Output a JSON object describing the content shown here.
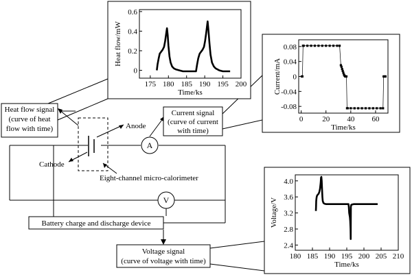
{
  "labels": {
    "heat_flow_signal": [
      "Heat flow signal",
      "(curve of heat",
      "flow with time)"
    ],
    "current_signal": [
      "Current signal",
      "(curve of current",
      "with time)"
    ],
    "voltage_signal": [
      "Voltage signal",
      "(curve of voltage with time)"
    ],
    "battery_device": "Battery charge and discharge device",
    "anode": "Anode",
    "cathode": "Cathode",
    "calorimeter": "Eight-channel micro-calorimeter",
    "ammeter": "A",
    "voltmeter": "V"
  },
  "chart_data": [
    {
      "id": "heat",
      "type": "line",
      "xlabel": "Time/ks",
      "ylabel": "Heat flow/mW",
      "xlim": [
        172,
        200
      ],
      "ylim": [
        -0.08,
        0.62
      ],
      "xticks": [
        175,
        180,
        185,
        190,
        195,
        200
      ],
      "yticks": [
        0,
        0.2,
        0.4,
        0.6
      ],
      "ytick_labels": [
        "0",
        "0.2",
        "0.4",
        "0.6"
      ],
      "series": [
        {
          "x": [
            176.8,
            177.0,
            177.3,
            177.6,
            178.0,
            178.4,
            178.8,
            179.1,
            179.4,
            179.6,
            179.8,
            180.0,
            180.3,
            180.6,
            181.0,
            181.5,
            182.0,
            183.0,
            184.0,
            185.0,
            186.0,
            187.0,
            187.6,
            187.9,
            188.2,
            188.6,
            189.0,
            189.4,
            189.8,
            190.1,
            190.4,
            190.6,
            190.8,
            191.0,
            191.3,
            191.6,
            192.0,
            192.5,
            193.0,
            194.0,
            195.0,
            196.0,
            197.0
          ],
          "y": [
            0.0,
            0.06,
            0.12,
            0.17,
            0.19,
            0.21,
            0.24,
            0.3,
            0.38,
            0.43,
            0.36,
            0.25,
            0.14,
            0.08,
            0.04,
            0.02,
            0.01,
            0.0,
            -0.01,
            -0.01,
            -0.01,
            -0.01,
            -0.01,
            0.06,
            0.12,
            0.17,
            0.19,
            0.21,
            0.24,
            0.3,
            0.38,
            0.44,
            0.5,
            0.42,
            0.28,
            0.16,
            0.08,
            0.04,
            0.02,
            0.0,
            -0.01,
            -0.01,
            -0.01
          ]
        }
      ]
    },
    {
      "id": "current",
      "type": "scatter",
      "xlabel": "Time/ks",
      "ylabel": "Current/mA",
      "xlim": [
        -2,
        70
      ],
      "ylim": [
        -0.098,
        0.098
      ],
      "xticks": [
        0,
        20,
        40,
        60
      ],
      "yticks": [
        0.08,
        0.04,
        0,
        -0.04,
        -0.08
      ],
      "ytick_labels": [
        "0.08",
        "0.04",
        "0",
        "-0.04",
        "-0.08"
      ],
      "series": [
        {
          "x": [
            0.5,
            1.0,
            1.5,
            2.0,
            5,
            8,
            11,
            14,
            17,
            20,
            23,
            26,
            29,
            31,
            32.0,
            32.5,
            33.0,
            33.5,
            34.0,
            34.5,
            35.0,
            35.5,
            36.0,
            36.5,
            37.0,
            37.5,
            40,
            43,
            46,
            49,
            52,
            55,
            58,
            61,
            64,
            66,
            66.5,
            67.0,
            67.5,
            68.0
          ],
          "y": [
            0.0,
            0.0,
            0.082,
            0.082,
            0.082,
            0.082,
            0.082,
            0.082,
            0.082,
            0.082,
            0.082,
            0.082,
            0.082,
            0.082,
            0.03,
            0.026,
            0.02,
            0.015,
            0.01,
            0.005,
            0.002,
            0.0,
            0.0,
            0.0,
            -0.085,
            -0.085,
            -0.085,
            -0.085,
            -0.085,
            -0.085,
            -0.085,
            -0.085,
            -0.085,
            -0.085,
            -0.085,
            -0.085,
            0.0,
            0.0,
            0.0,
            0.0
          ]
        }
      ]
    },
    {
      "id": "voltage",
      "type": "line",
      "xlabel": "Time/ks",
      "ylabel": "Voltage/V",
      "xlim": [
        180,
        210
      ],
      "ylim": [
        2.27,
        4.15
      ],
      "xticks": [
        180,
        185,
        190,
        195,
        200,
        205,
        210
      ],
      "yticks": [
        2.4,
        2.8,
        3.2,
        3.6,
        4.0
      ],
      "ytick_labels": [
        "2.4",
        "2.8",
        "3.2",
        "3.6",
        "4.0"
      ],
      "series": [
        {
          "x": [
            186.0,
            186.05,
            186.1,
            186.2,
            186.3,
            186.4,
            186.6,
            186.8,
            187.0,
            187.2,
            187.4,
            187.5,
            187.6,
            187.7,
            187.8,
            187.9,
            188.0,
            188.2,
            188.5,
            189.0,
            190.0,
            192.0,
            194.0,
            195.5,
            195.6,
            195.7,
            195.8,
            195.9,
            196.0,
            196.1,
            196.15,
            196.2,
            196.3,
            196.5,
            197.0,
            198.0,
            200.0,
            202.0,
            204.0
          ],
          "y": [
            3.25,
            3.35,
            3.5,
            3.58,
            3.62,
            3.64,
            3.66,
            3.68,
            3.72,
            3.8,
            3.95,
            4.08,
            4.1,
            4.0,
            3.8,
            3.6,
            3.5,
            3.45,
            3.43,
            3.42,
            3.42,
            3.42,
            3.42,
            3.42,
            3.35,
            3.2,
            3.15,
            3.1,
            3.0,
            2.8,
            2.55,
            3.35,
            3.4,
            3.41,
            3.42,
            3.42,
            3.42,
            3.42,
            3.42
          ]
        }
      ]
    }
  ]
}
